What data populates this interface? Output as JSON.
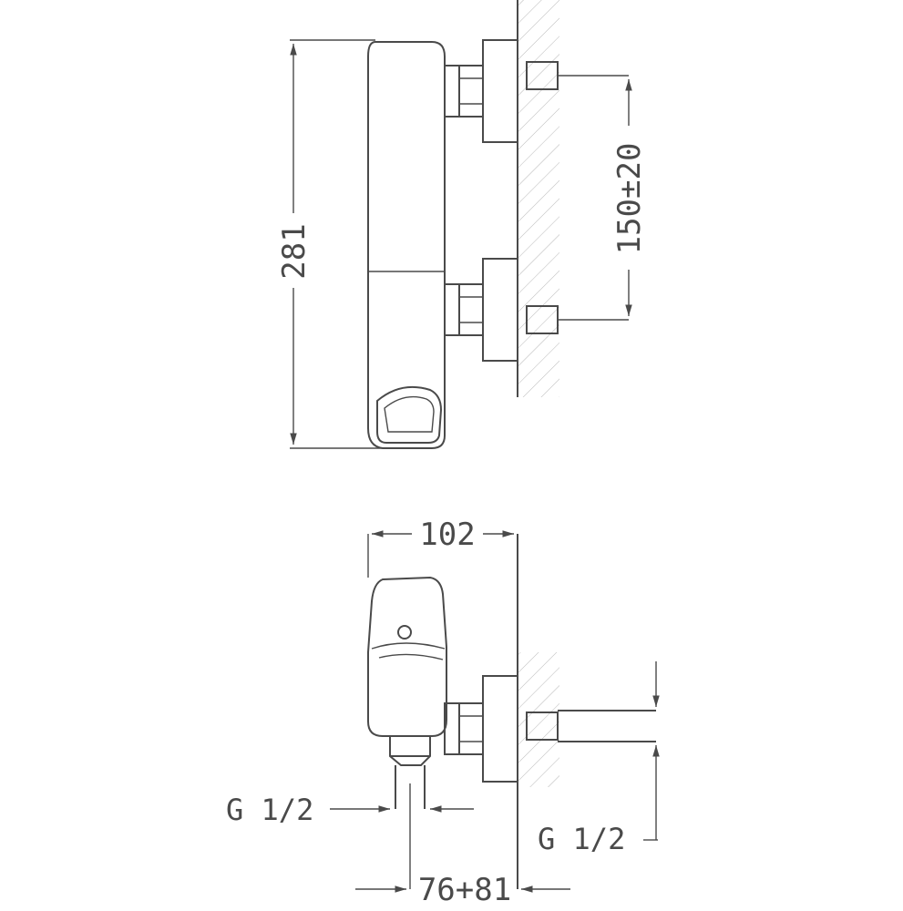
{
  "drawing": {
    "dimensions": {
      "height": "281",
      "inlet_spacing": "150±20",
      "depth": "102",
      "projection": "76+81"
    },
    "threads": {
      "outlet": "G 1/2",
      "inlet": "G 1/2"
    },
    "colors": {
      "line": "#4a4a4a",
      "hatch": "#b8b8b8",
      "background": "#ffffff"
    }
  }
}
